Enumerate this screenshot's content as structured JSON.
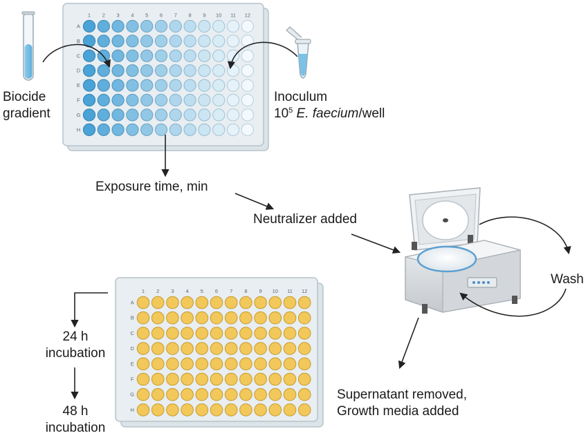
{
  "colors": {
    "plate_body": "#e4ebef",
    "plate_edge": "#b8c5cc",
    "well_gradient_dark": "#4aa3d6",
    "well_gradient_light": "#f3f9fc",
    "well_yellow": "#f2c85b",
    "well_yellow_edge": "#c79a2d",
    "arrow": "#222222"
  },
  "icons": [
    "test-tube-icon",
    "microtube-icon",
    "microplate-icon",
    "centrifuge-icon"
  ],
  "plate": {
    "columns": [
      "1",
      "2",
      "3",
      "4",
      "5",
      "6",
      "7",
      "8",
      "9",
      "10",
      "11",
      "12"
    ],
    "rows": [
      "A",
      "B",
      "C",
      "D",
      "E",
      "F",
      "G",
      "H"
    ]
  },
  "labels": {
    "biocide": [
      "Biocide",
      "gradient"
    ],
    "inoculum_line1": "Inoculum",
    "inoculum_base": "10",
    "inoculum_exp": "5",
    "inoculum_species": "E. faecium",
    "inoculum_suffix": "/well",
    "exposure": "Exposure time, min",
    "neutralizer": "Neutralizer added",
    "wash": "Wash",
    "supernatant": [
      "Supernatant removed,",
      "Growth media added"
    ],
    "incubation_24": [
      "24 h",
      "incubation"
    ],
    "incubation_48": [
      "48 h",
      "incubation"
    ]
  }
}
